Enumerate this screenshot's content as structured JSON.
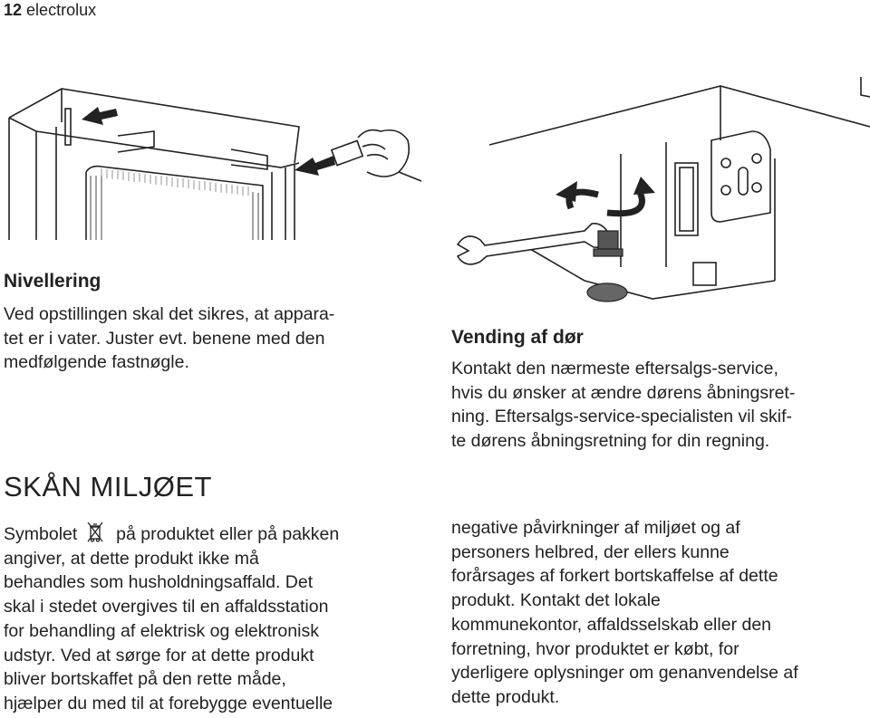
{
  "header": {
    "page_number": "12",
    "brand": "electrolux"
  },
  "icons": {
    "crossed_bin": "crossed-out-wheelie-bin-icon"
  },
  "leveling": {
    "title": "Nivellering",
    "lines": [
      "Ved opstillingen skal det sikres, at appara-",
      "tet er i vater. Juster evt. benene med den",
      "medfølgende fastnøgle."
    ]
  },
  "door_reversal": {
    "title": "Vending af dør",
    "lines": [
      "Kontakt den nærmeste eftersalgs-service,",
      "hvis du ønsker at ændre dørens åbningsret-",
      "ning. Eftersalgs-service-specialisten vil skif-",
      "te dørens åbningsretning for din regning."
    ]
  },
  "environment": {
    "heading": "SKÅN MILJØET",
    "left_first_before": "Symbolet",
    "left_first_after": "på produktet eller på pakken",
    "left_lines": [
      "angiver, at dette produkt ikke må",
      "behandles som husholdningsaffald. Det",
      "skal i stedet overgives til en affaldsstation",
      "for behandling af elektrisk og elektronisk",
      "udstyr. Ved at sørge for at dette produkt",
      "bliver bortskaffet på den rette måde,",
      "hjælper du med til at forebygge eventuelle"
    ],
    "right_lines": [
      "negative påvirkninger af miljøet og af",
      "personers helbred, der ellers kunne",
      "forårsages af forkert bortskaffelse af dette",
      "produkt. Kontakt det lokale",
      "kommunekontor, affaldsselskab eller den",
      "forretning, hvor produktet er købt, for",
      "yderligere oplysninger om genanvendelse af",
      "dette produkt."
    ]
  }
}
